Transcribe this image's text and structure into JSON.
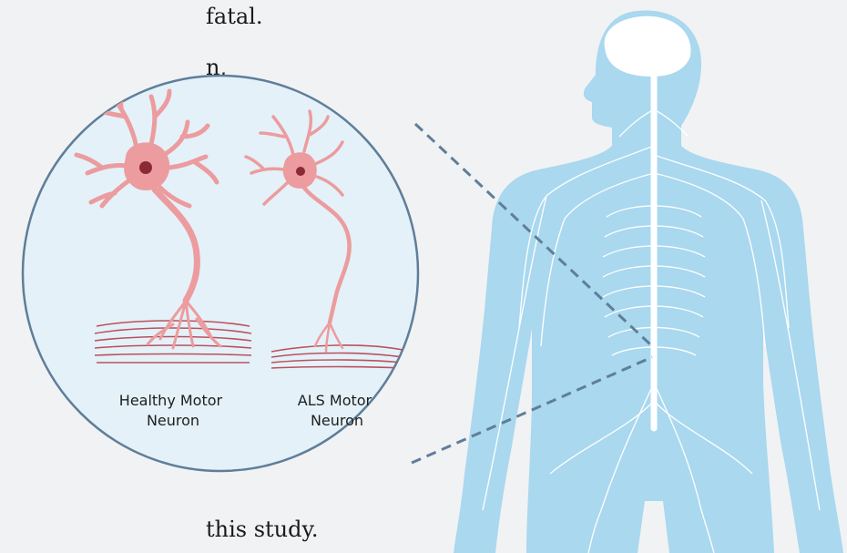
{
  "background_text": {
    "line1": "fatal.",
    "line2": "n,",
    "line3": "this  study."
  },
  "inset": {
    "healthy_label": {
      "line1": "Healthy Motor",
      "line2": "Neuron"
    },
    "als_label": {
      "line1": "ALS Motor",
      "line2": "Neuron"
    }
  },
  "colors": {
    "page_background": "#f1f2f4",
    "body": "#a9d8ef",
    "nerves": "#ffffff",
    "inset_fill": "#e4f1f9",
    "inset_border": "#5f7e99",
    "neuron": "#ec9c9e",
    "neuron_nucleus": "#8a2a35",
    "muscle": "#b9525d",
    "leader_line": "#5f7e99"
  }
}
